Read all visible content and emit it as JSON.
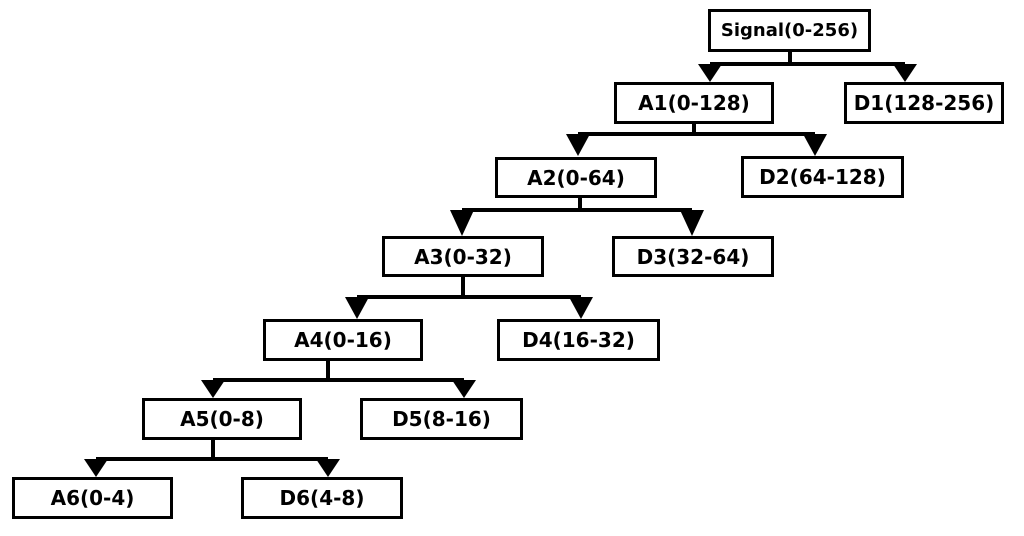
{
  "nodes": {
    "signal": "Signal(0-256)",
    "a1": "A1(0-128)",
    "d1": "D1(128-256)",
    "a2": "A2(0-64)",
    "d2": "D2(64-128)",
    "a3": "A3(0-32)",
    "d3": "D3(32-64)",
    "a4": "A4(0-16)",
    "d4": "D4(16-32)",
    "a5": "A5(0-8)",
    "d5": "D5(8-16)",
    "a6": "A6(0-4)",
    "d6": "D6(4-8)"
  },
  "edges": [
    {
      "from": "signal",
      "to": [
        "a1",
        "d1"
      ]
    },
    {
      "from": "a1",
      "to": [
        "a2",
        "d2"
      ]
    },
    {
      "from": "a2",
      "to": [
        "a3",
        "d3"
      ]
    },
    {
      "from": "a3",
      "to": [
        "a4",
        "d4"
      ]
    },
    {
      "from": "a4",
      "to": [
        "a5",
        "d5"
      ]
    },
    {
      "from": "a5",
      "to": [
        "a6",
        "d6"
      ]
    }
  ],
  "colors": {
    "line": "#000000",
    "box_border": "#000000",
    "background": "#ffffff",
    "text": "#000000"
  }
}
